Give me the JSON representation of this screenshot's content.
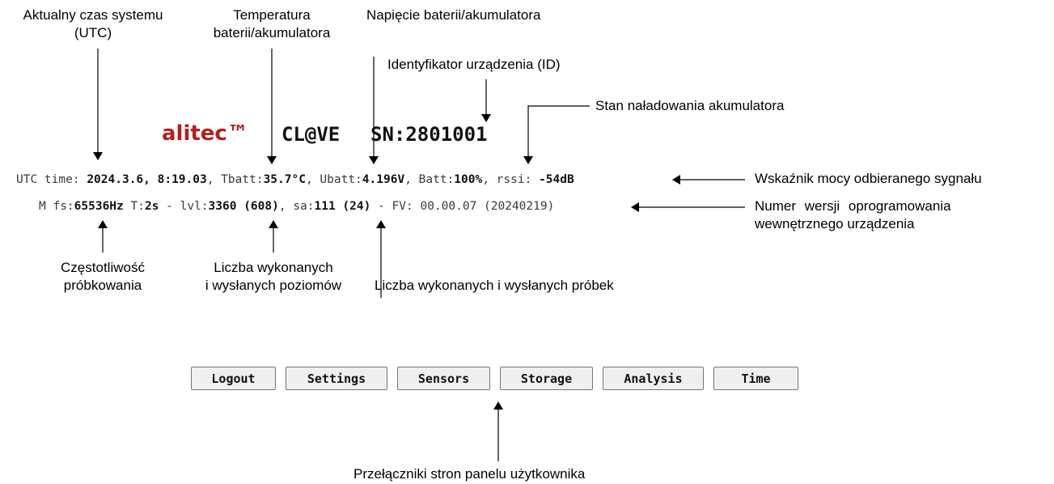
{
  "header": {
    "logo": "alitec™",
    "logo_color": "#b02020",
    "model": "CL@VE",
    "serial": "SN:2801001"
  },
  "status": {
    "line1": {
      "time_label": "UTC time: ",
      "time_value": "2024.3.6, 8:19.03",
      "tbatt_label": ", Tbatt:",
      "tbatt_value": "35.7°C",
      "ubatt_label": ", Ubatt:",
      "ubatt_value": "4.196V",
      "batt_label": ", Batt:",
      "batt_value": "100%",
      "rssi_label": ", rssi: ",
      "rssi_value": "-54dB"
    },
    "line2": {
      "fs_label": "M fs:",
      "fs_value": "65536Hz",
      "t_label": " T:",
      "t_value": "2s",
      "lvl_label": " - lvl:",
      "lvl_value": "3360 (608)",
      "sa_label": ", sa:",
      "sa_value": "111 (24)",
      "fv_text": " - FV: 00.00.07 (20240219)"
    }
  },
  "nav": {
    "buttons": [
      "Logout",
      "Settings",
      "Sensors",
      "Storage",
      "Analysis",
      "Time"
    ]
  },
  "annotations": {
    "utc_line1": "Aktualny czas systemu",
    "utc_line2": "(UTC)",
    "temp_line1": "Temperatura",
    "temp_line2": "baterii/akumulatora",
    "voltage": "Napięcie baterii/akumulatora",
    "device_id": "Identyfikator urządzenia (ID)",
    "charge": "Stan naładowania akumulatora",
    "rssi": "Wskaźnik mocy odbieranego sygnału",
    "fw_line1": "Numer wersji oprogramowania",
    "fw_line2": "wewnętrznego urządzenia",
    "fs_line1": "Częstotliwość",
    "fs_line2": "próbkowania",
    "lvl_line1": "Liczba wykonanych",
    "lvl_line2": "i wysłanych poziomów",
    "sa": "Liczba wykonanych i wysłanych próbek",
    "pages": "Przełączniki stron panelu użytkownika"
  }
}
